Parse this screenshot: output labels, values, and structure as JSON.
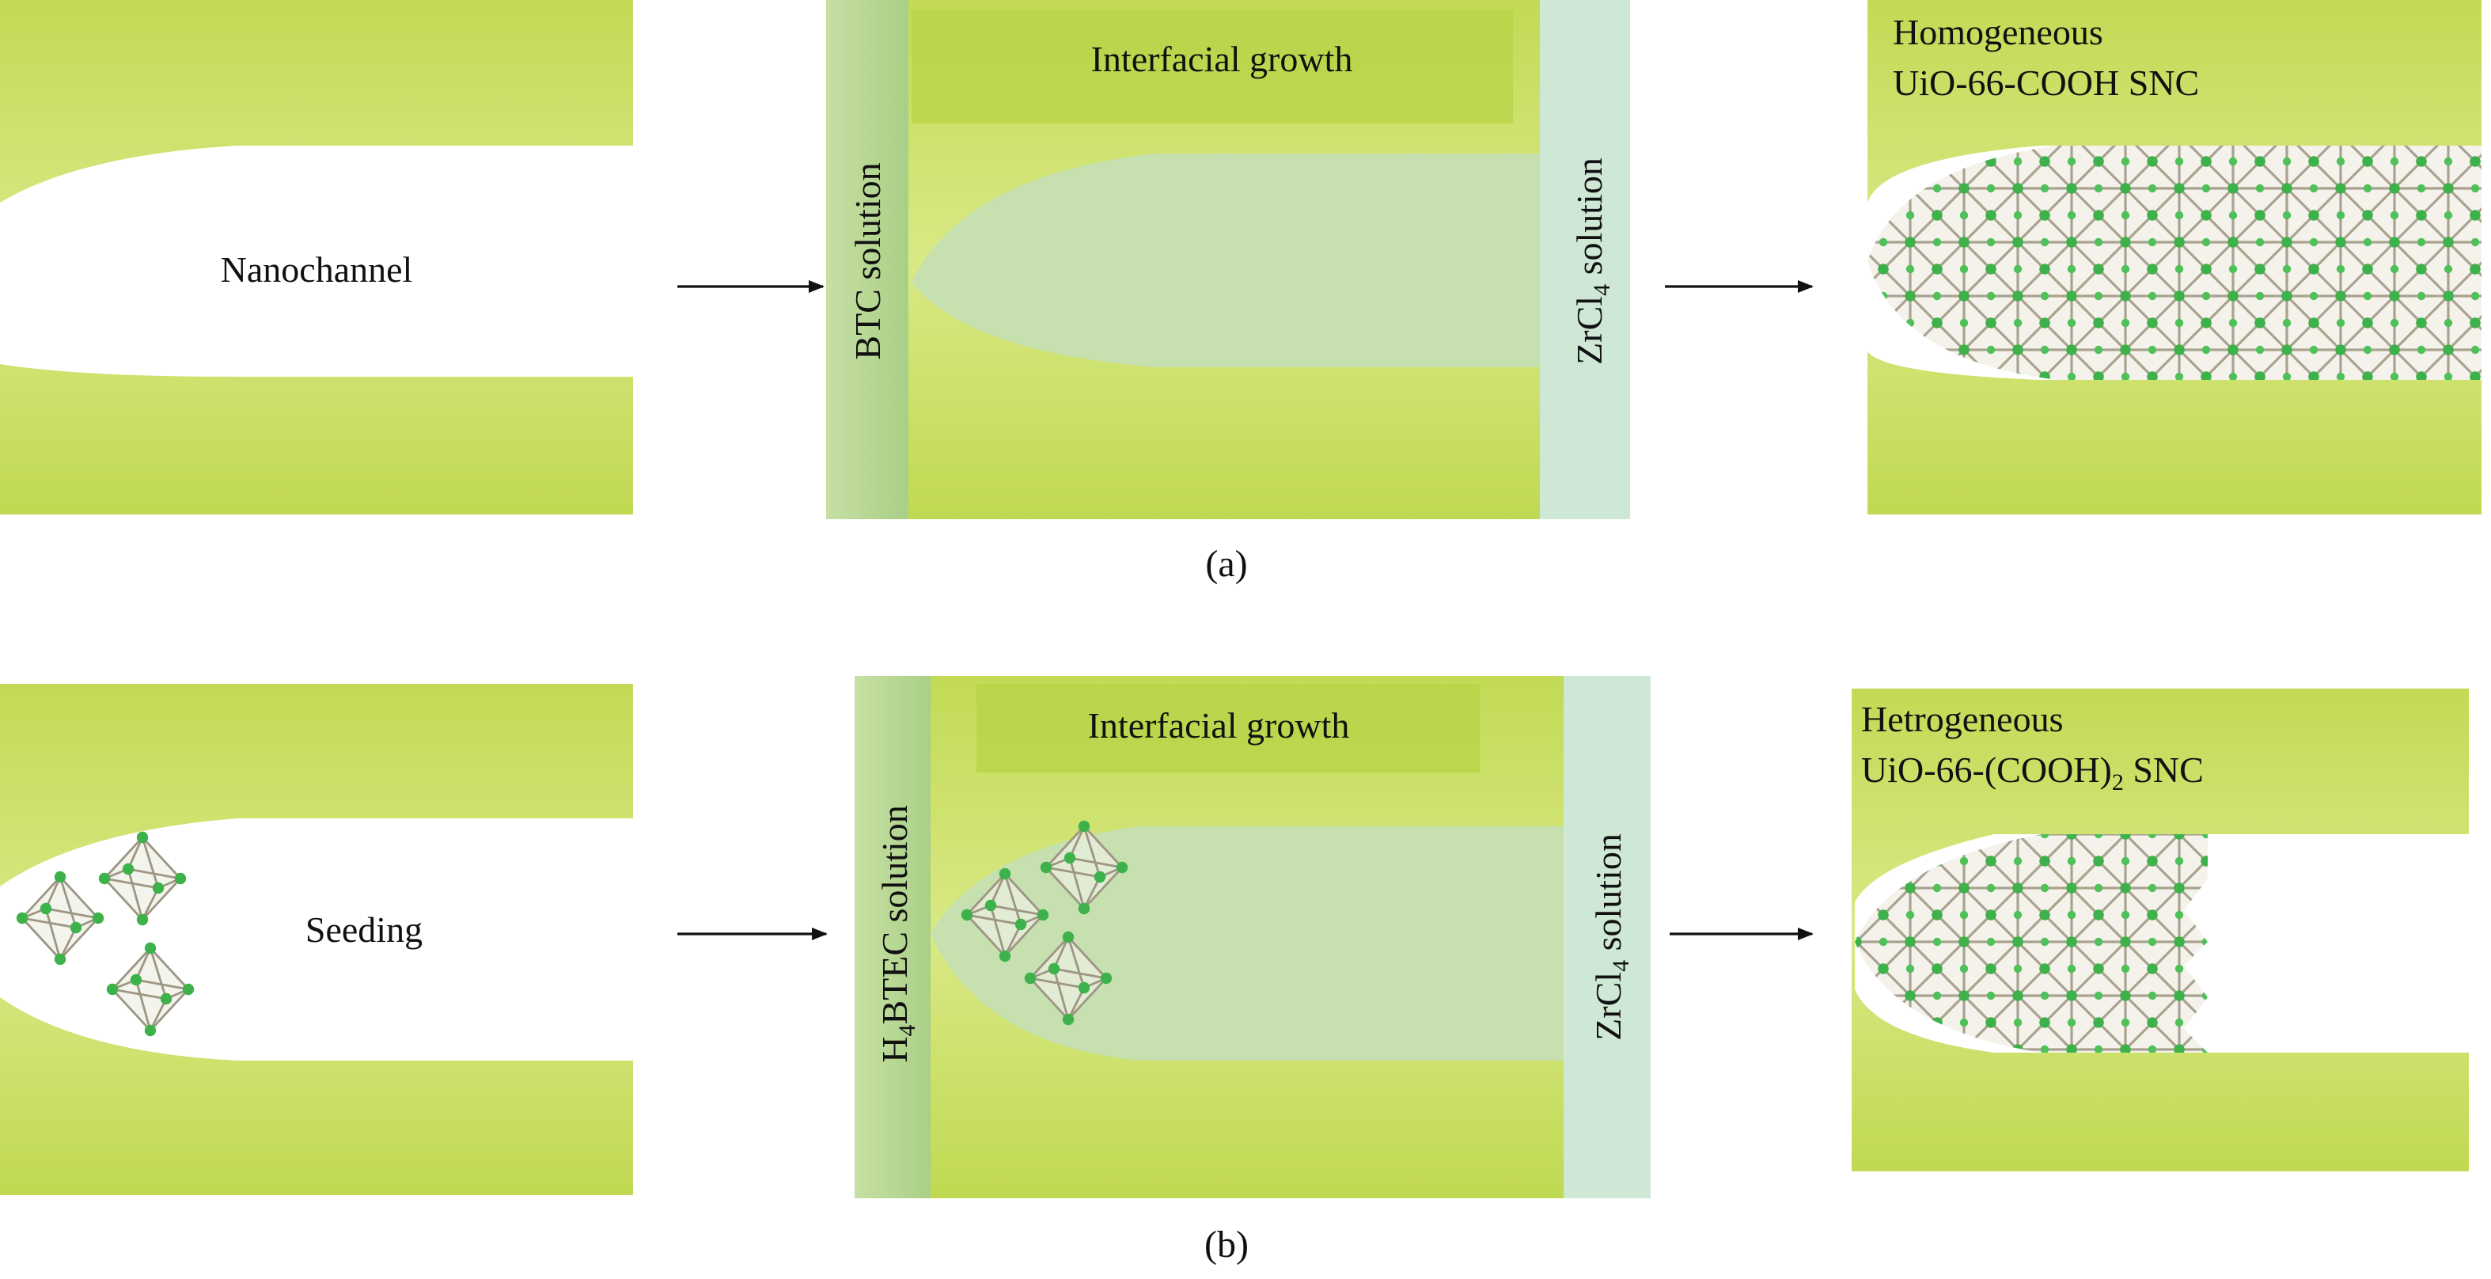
{
  "panel_a": {
    "step1_label": "Nanochannel",
    "step2_top_label": "Interfacial growth",
    "step2_left_label": "BTC solution",
    "step2_right_label_main": "ZrCl",
    "step2_right_label_sub": "4",
    "step2_right_label_tail": " solution",
    "step3_line1": "Homogeneous",
    "step3_line2": "UiO-66-COOH SNC",
    "caption": "(a)"
  },
  "panel_b": {
    "step1_label": "Seeding",
    "step2_top_label": "Interfacial growth",
    "step2_left_label_pre": "H",
    "step2_left_label_sub": "4",
    "step2_left_label_tail": "BTEC solution",
    "step2_right_label_main": "ZrCl",
    "step2_right_label_sub": "4",
    "step2_right_label_tail": " solution",
    "step3_line1": "Hetrogeneous",
    "step3_line2_pre": "UiO-66-(COOH)",
    "step3_line2_sub": "2",
    "step3_line2_tail": " SNC",
    "caption": "(b)"
  },
  "colors": {
    "wall_green": "#c8de5e",
    "wall_dark": "#b6d24a",
    "solution_strip": "#b9d9a4",
    "zrcl4_strip": "#cfe8d6",
    "growth_front": "#c4dfae",
    "node_green": "#3db24a",
    "linker_gray": "#a9a290"
  }
}
